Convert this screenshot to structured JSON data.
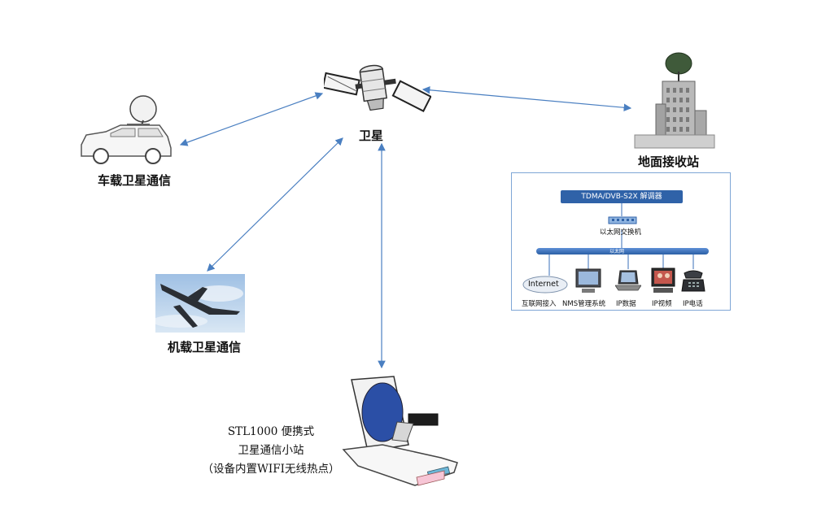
{
  "nodes": {
    "satellite": {
      "label": "卫星"
    },
    "ground_station": {
      "label": "地面接收站"
    },
    "vehicle": {
      "label": "车载卫星通信"
    },
    "aircraft": {
      "label": "机载卫星通信"
    },
    "portable": {
      "line1": "STL1000 便携式",
      "line2": "卫星通信小站",
      "line3": "（设备内置WIFI无线热点）"
    }
  },
  "ground_panel": {
    "decoder": "TDMA/DVB-S2X 解调器",
    "switch": "以太网交换机",
    "bus": "以太网",
    "endpoints": [
      {
        "icon": "internet-cloud-icon",
        "label": "互联网接入",
        "badge": "Internet"
      },
      {
        "icon": "monitor-icon",
        "label": "NMS管理系统"
      },
      {
        "icon": "laptop-icon",
        "label": "IP数据"
      },
      {
        "icon": "video-icon",
        "label": "IP视频"
      },
      {
        "icon": "phone-icon",
        "label": "IP电话"
      }
    ]
  },
  "colors": {
    "link": "#4a7fc1",
    "panel_border": "#7fa6d6",
    "decoder_fill": "#2f62a8",
    "bus": "#3a6fb8"
  }
}
